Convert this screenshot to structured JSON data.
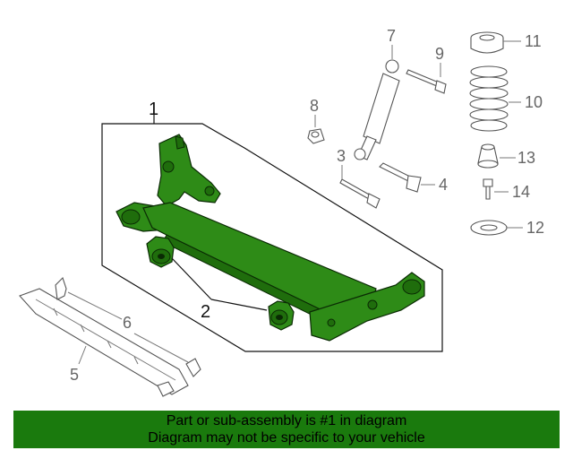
{
  "callouts": {
    "c1": "1",
    "c2": "2",
    "c3": "3",
    "c4": "4",
    "c5": "5",
    "c6": "6",
    "c7": "7",
    "c8": "8",
    "c9": "9",
    "c10": "10",
    "c11": "11",
    "c12": "12",
    "c13": "13",
    "c14": "14"
  },
  "banner": {
    "line1": "Part or sub-assembly is #1 in diagram",
    "line2": "Diagram may not be specific to your vehicle"
  },
  "colors": {
    "highlight": "#2e8b17",
    "banner": "#1a7a0d"
  }
}
